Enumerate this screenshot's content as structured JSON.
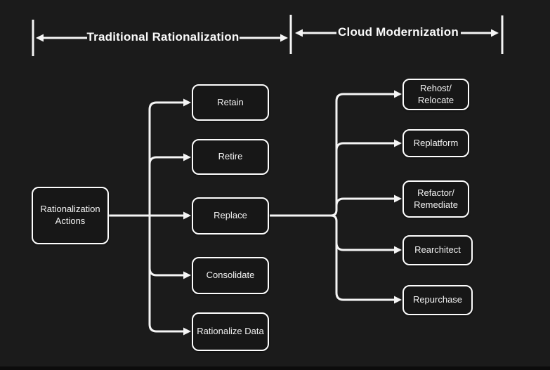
{
  "header": {
    "left_section_label": "Traditional Rationalization",
    "right_section_label": "Cloud Modernization"
  },
  "diagram": {
    "root_label": "Rationalization\nActions",
    "traditional_actions": [
      "Retain",
      "Retire",
      "Replace",
      "Consolidate",
      "Rationalize Data"
    ],
    "cloud_actions": [
      "Rehost/\nRelocate",
      "Replatform",
      "Refactor/\nRemediate",
      "Rearchitect",
      "Repurchase"
    ]
  },
  "colors": {
    "background": "#1b1b1b",
    "line": "#f5f5f5",
    "box_fill": "#171717",
    "box_border": "#fdfdfd",
    "text": "#f2f2f2"
  }
}
